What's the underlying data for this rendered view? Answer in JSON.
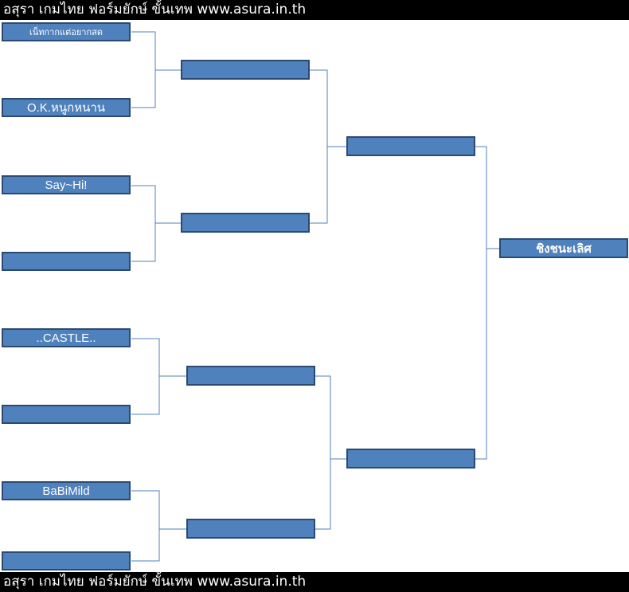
{
  "banner": {
    "top_text": "อสุรา เกมไทย ฟอร์มยักษ์ ขั้นเทพ www.asura.in.th",
    "bottom_text": "อสุรา เกมไทย ฟอร์มยักษ์ ขั้นเทพ www.asura.in.th"
  },
  "bracket": {
    "round1": [
      "เน็ทกากแต่อยากสด",
      "O.K.หนูกหนาน",
      "Say~Hi!",
      "",
      "..CASTLE..",
      "",
      "BaBiMild",
      ""
    ],
    "round2": [
      "",
      "",
      "",
      ""
    ],
    "semifinal": [
      "",
      ""
    ],
    "final_label": "ชิงชนะเลิศ"
  },
  "colors": {
    "box_fill": "#4f81bd",
    "box_border": "#2a4a73",
    "line": "#4f81bd"
  }
}
